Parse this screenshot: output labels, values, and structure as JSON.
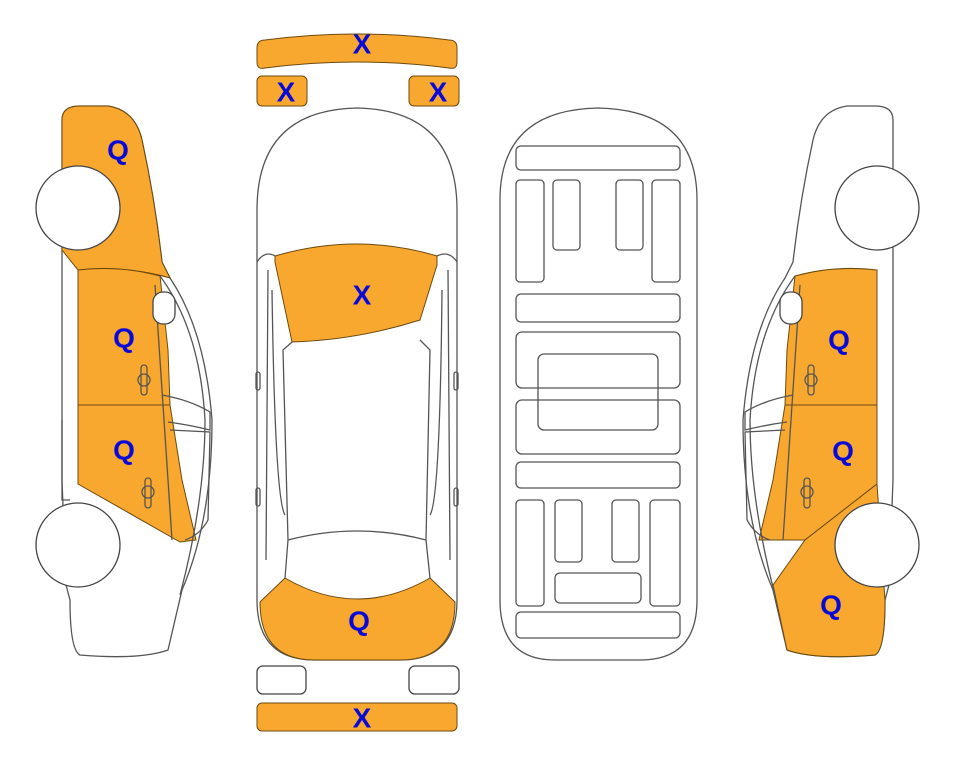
{
  "colors": {
    "damage_fill": "#F9A82F",
    "marker_text": "#0A0AD8",
    "outline": "#555555"
  },
  "markers": {
    "front_bumper": "X",
    "front_left_headlight": "X",
    "front_right_headlight": "X",
    "windshield": "X",
    "rear_window": "Q",
    "rear_bumper": "X",
    "left_front_fender": "Q",
    "left_front_door": "Q",
    "left_rear_door": "Q",
    "right_front_door": "Q",
    "right_rear_door": "Q",
    "right_rear_quarter": "Q"
  }
}
